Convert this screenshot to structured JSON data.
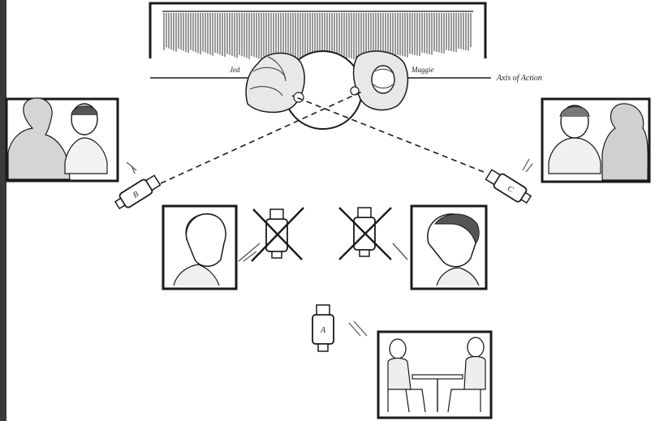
{
  "labels": {
    "person_left": "Jed",
    "person_right": "Maggie",
    "axis": "Axis of Action"
  },
  "cameras": {
    "a": "A",
    "b": "B",
    "c": "C"
  },
  "colors": {
    "ink": "#1a1a1a",
    "paper": "#ffffff",
    "frame_background": "#3a3a3a"
  }
}
